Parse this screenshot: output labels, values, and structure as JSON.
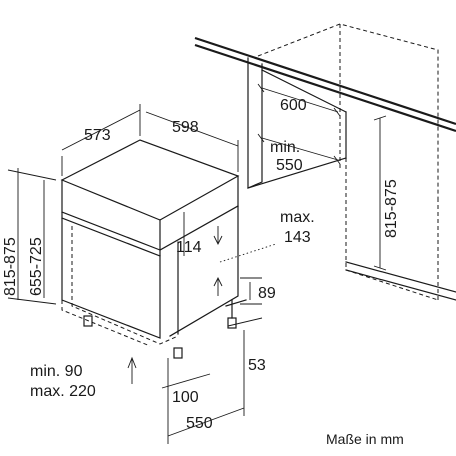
{
  "dimensions": {
    "depth": "573",
    "width": "598",
    "niche_depth": "600",
    "niche_min_label": "min.",
    "niche_min": "550",
    "niche_height": "815-875",
    "total_height": "815-875",
    "body_height": "655-725",
    "panel_height": "114",
    "panel_max_label": "max.",
    "panel_max": "143",
    "plinth_height": "89",
    "plinth_offset": "53",
    "plinth_min": "min. 90",
    "plinth_max": "max. 220",
    "foot_distance": "100",
    "foot_depth": "550"
  },
  "caption": "Maße in mm"
}
